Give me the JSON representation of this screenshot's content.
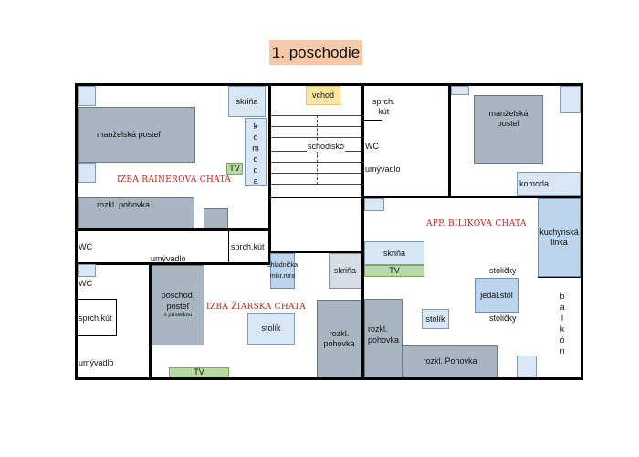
{
  "title": "1. poschodie",
  "rooms": {
    "rainer": {
      "name": "IZBA RAINEROVA CHATA",
      "bed": "manželská posteľ",
      "wardrobe": "skriňa",
      "dresser_letters": [
        "k",
        "o",
        "m",
        "o",
        "d",
        "a"
      ],
      "tv": "TV",
      "sofa": "rozkl. pohovka"
    },
    "corridor": {
      "wc": "WC",
      "washbasin": "umývadlo",
      "shower": "sprch.kút"
    },
    "stairs": {
      "entrance": "vchod",
      "staircase": "schodisko",
      "wc": "WC",
      "washbasin": "umývadlo",
      "shower": "sprch.\nkút"
    },
    "ziar": {
      "name": "IZBA ŽIARSKA CHATA",
      "bed": "poschod.\nposteľ",
      "bed_note": "s prístelkou",
      "table": "stolík",
      "sofa": "rozkl.\npohovka",
      "tv": "TV",
      "wc": "WC",
      "shower": "sprch.kút",
      "washbasin": "umývadlo"
    },
    "middle": {
      "fridge": "chladnička",
      "microwave": "mikr.rúra",
      "wardrobe": "skriňa"
    },
    "bilik": {
      "name": "APP. BILIKOVA CHATA",
      "bed": "manželská\nposteľ",
      "dresser": "komoda",
      "kitchen": "kuchynská\nlinka",
      "wardrobe": "skriňa",
      "tv": "TV",
      "chairs_top": "stoličky",
      "dining": "jedál.stôl",
      "chairs_bottom": "stoličky",
      "table": "stolík",
      "sofa1": "rozkl.\npohovka",
      "sofa2": "rozkl. Pohovka",
      "balcony_letters": [
        "b",
        "a",
        "l",
        "k",
        "ó",
        "n"
      ]
    }
  }
}
